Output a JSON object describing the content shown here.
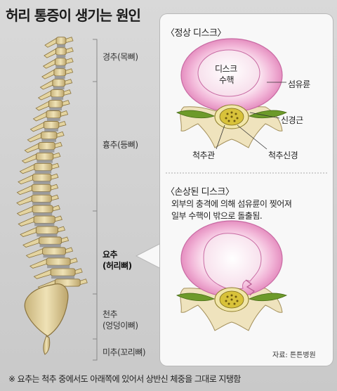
{
  "title": "허리 통증이 생기는 원인",
  "regions": {
    "cervical": "경추(목뼈)",
    "thoracic": "흉추(등뼈)",
    "lumbar_1": "요추",
    "lumbar_2": "(허리뼈)",
    "sacral_1": "천추",
    "sacral_2": "(엉덩이뼈)",
    "coccyx": "미추(꼬리뼈)"
  },
  "normal": {
    "title": "〈정상 디스크〉",
    "nucleus_1": "디스크",
    "nucleus_2": "수핵",
    "annulus": "섬유륜",
    "nerve_root": "신경근",
    "spinal_canal": "척추관",
    "spinal_nerve": "척추신경"
  },
  "damaged": {
    "title": "〈손상된 디스크〉",
    "desc_1": "외부의 충격에 의해 섬유륜이 찢어져",
    "desc_2": "일부 수핵이 밖으로 돌출됨."
  },
  "source": "자료: 튼튼병원",
  "footnote": "※ 요추는 척추 중에서도 아래쪽에 있어서 상반신 체중을 그대로 지탱함",
  "colors": {
    "bone": "#e8d9a8",
    "disc_pink": "#f2b6d8",
    "nucleus": "#f9eef4",
    "nerve_green": "#6d9a2a",
    "spinal_cord": "#d8c23a"
  }
}
